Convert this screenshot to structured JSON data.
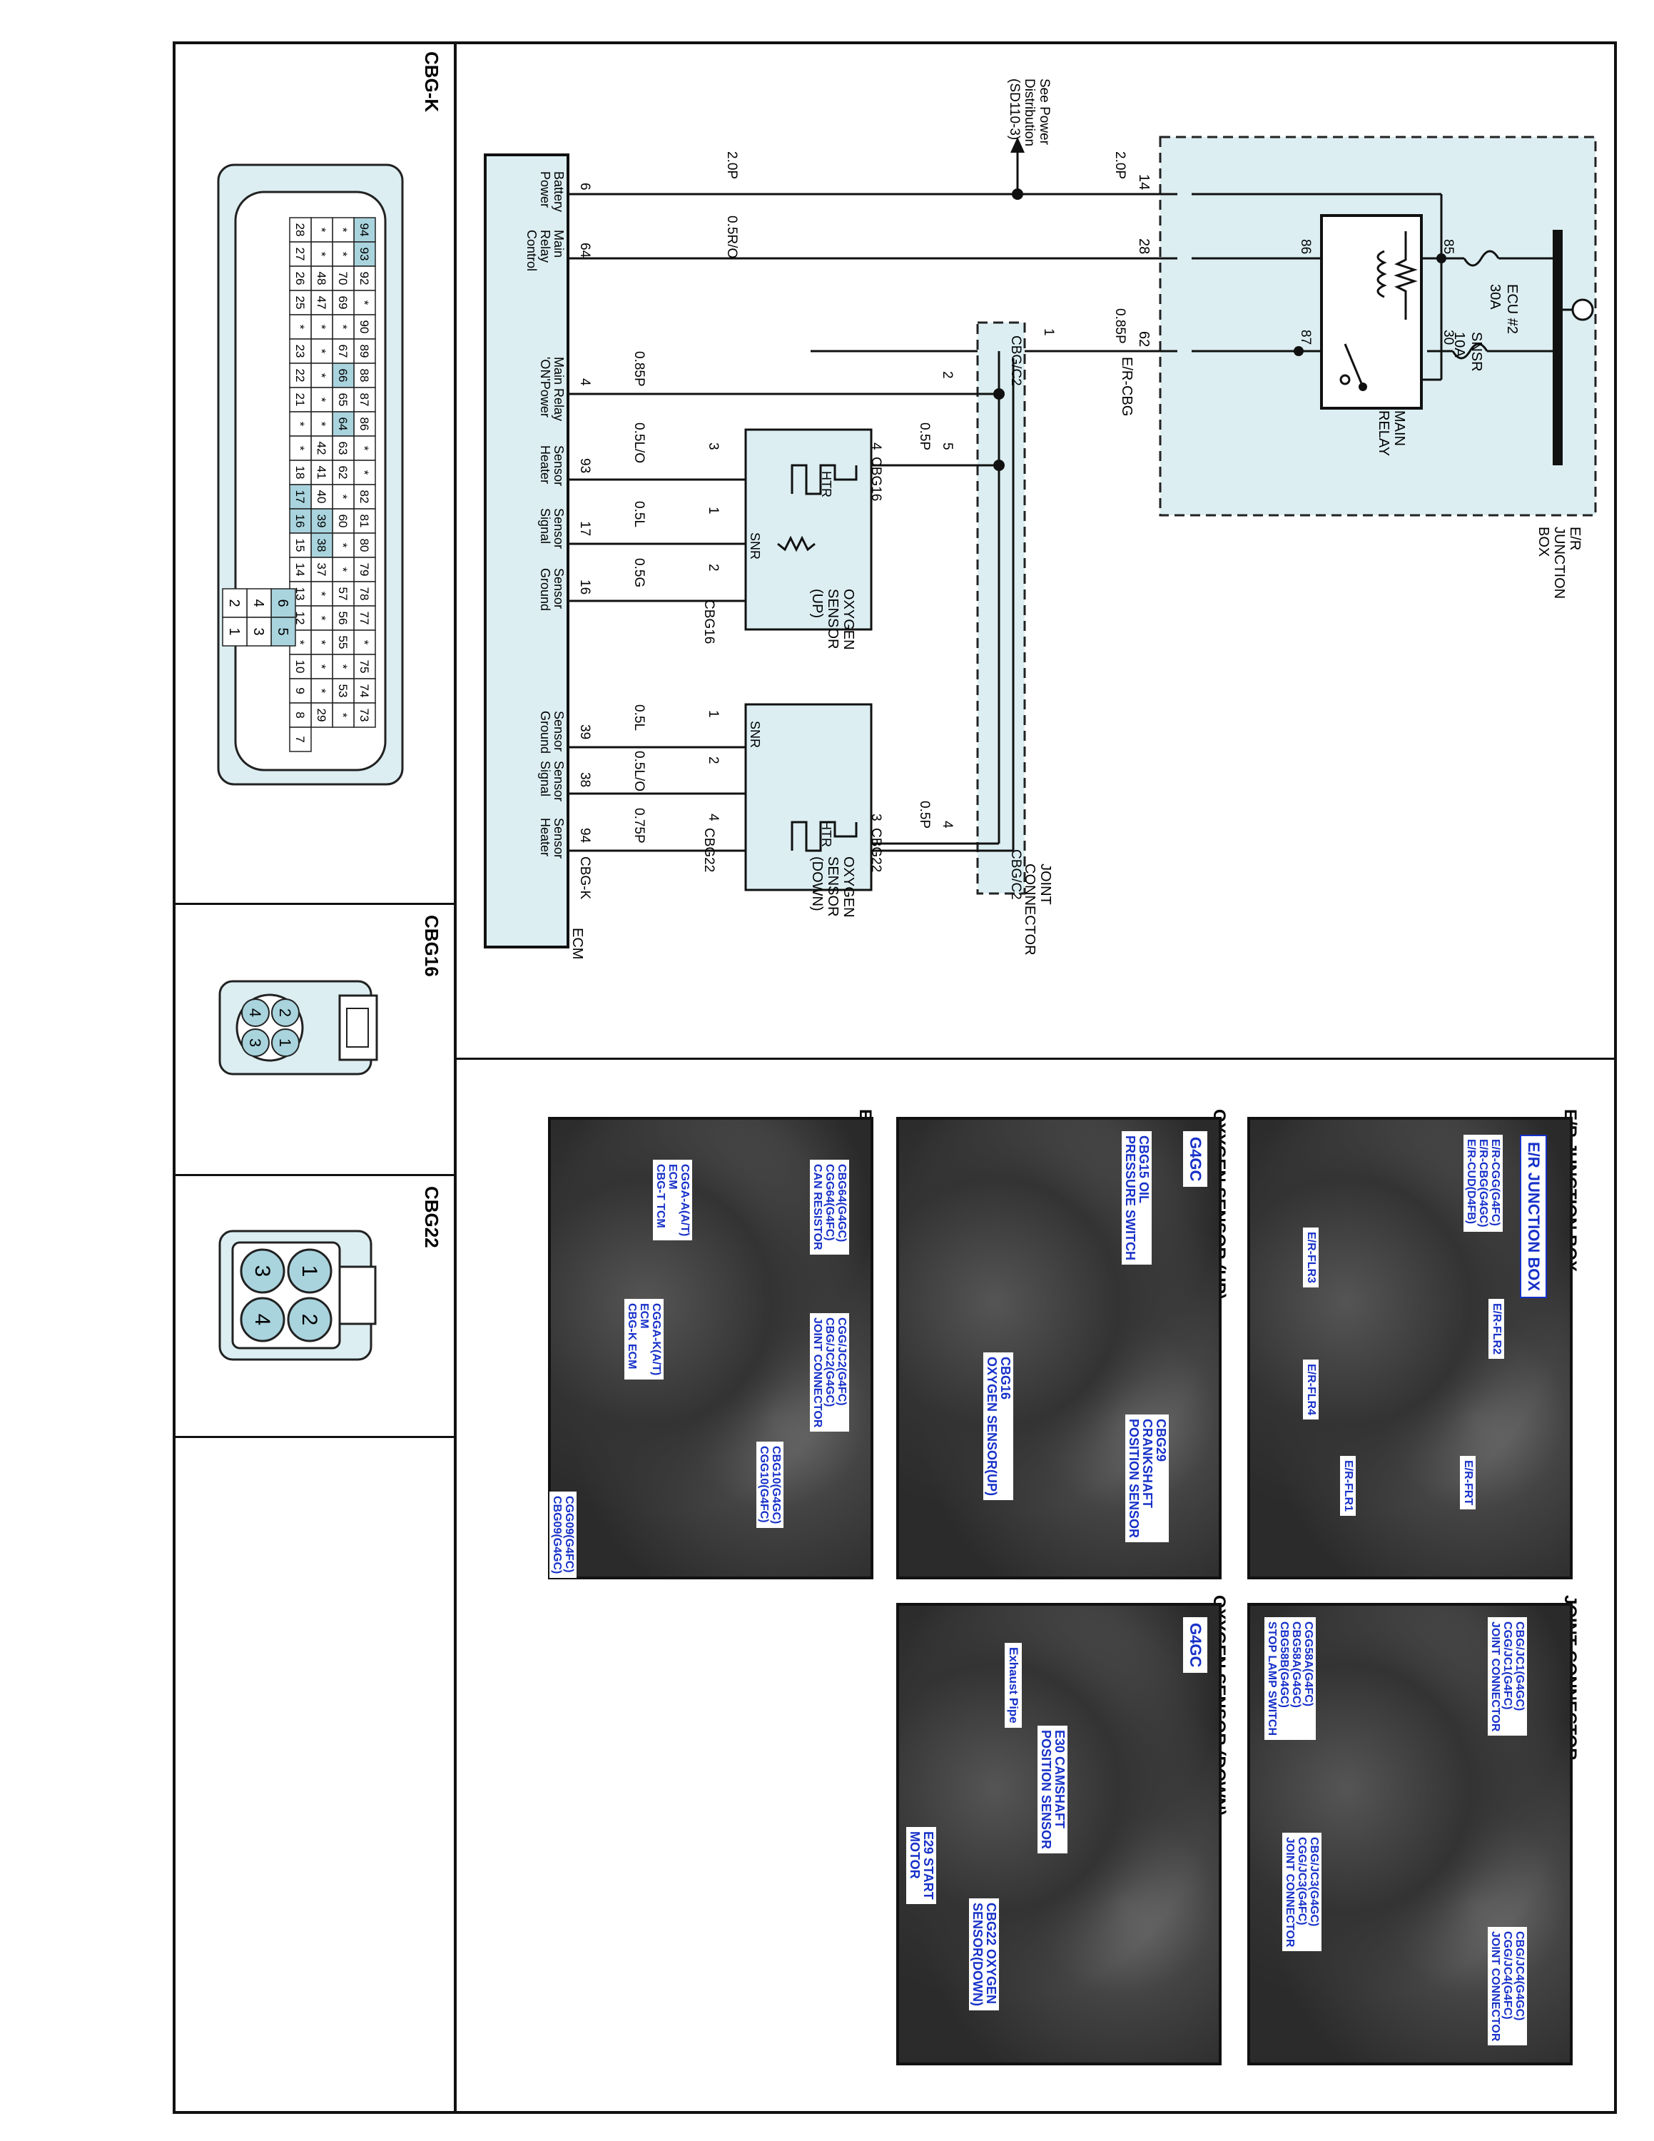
{
  "connector_panels": {
    "cbg_k": {
      "title": "CBG-K"
    },
    "cbg16": {
      "title": "CBG16",
      "pins": [
        "2",
        "1",
        "4",
        "3"
      ]
    },
    "cbg22": {
      "title": "CBG22",
      "pins": [
        "1",
        "2",
        "3",
        "4"
      ]
    }
  },
  "cbgk_grid": {
    "rows": [
      [
        "94",
        "93",
        "92",
        "*",
        "90",
        "89",
        "88",
        "87",
        "86",
        "*",
        "*",
        "82",
        "81",
        "80",
        "79",
        "78",
        "77",
        "*",
        "75",
        "74",
        "73"
      ],
      [
        "*",
        "*",
        "70",
        "69",
        "*",
        "67",
        "66",
        "65",
        "64",
        "63",
        "62",
        "*",
        "60",
        "*",
        "*",
        "57",
        "56",
        "55",
        "*",
        "53",
        "*"
      ],
      [
        "*",
        "*",
        "48",
        "47",
        "*",
        "*",
        "*",
        "*",
        "*",
        "42",
        "41",
        "40",
        "39",
        "38",
        "37",
        "*",
        "*",
        "*",
        "*",
        "*",
        "29"
      ],
      [
        "28",
        "27",
        "26",
        "25",
        "*",
        "23",
        "22",
        "21",
        "*",
        "*",
        "18",
        "17",
        "16",
        "15",
        "14",
        "13",
        "12",
        "*",
        "10",
        "9",
        "8",
        "7"
      ]
    ],
    "side_pins": [
      "6",
      "5",
      "4",
      "3",
      "2",
      "1"
    ]
  },
  "schematic": {
    "junction_box": {
      "name": "E/R\nJUNCTION\nBOX"
    },
    "fuse_ecu": {
      "name": "ECU #2",
      "rating": "30A"
    },
    "fuse_snsr": {
      "name": "SNSR",
      "rating": "10A"
    },
    "main_relay": {
      "name": "MAIN\nRELAY",
      "pins": [
        "85",
        "86",
        "87",
        "30"
      ]
    },
    "jb_pins": [
      "14",
      "28",
      "62"
    ],
    "connector_er_cbg": "E/R-CBG",
    "power_dist": {
      "text": "See Power\nDistribution\n(SD110-3)"
    },
    "joint_connector": {
      "name": "JOINT\nCONNECTOR",
      "connector": "CBG/C2",
      "pins": [
        "1",
        "2",
        "5",
        "4"
      ]
    },
    "wires": {
      "w14": "2.0P",
      "w14b": "2.0P",
      "w28": "0.5R/O",
      "w62": "0.85P",
      "w_jc2": "0.85P",
      "w_jc5": "0.5P",
      "w_jc4": "0.5P",
      "up_htr": "0.5L/O",
      "up_sig": "0.5L",
      "up_gnd": "0.5G",
      "dn_gnd": "0.5L",
      "dn_sig": "0.5L/O",
      "dn_htr": "0.75P"
    },
    "o2_up": {
      "name": "OXYGEN\nSENSOR\n(UP)",
      "connector": "CBG16",
      "htr": "HTR",
      "snr": "SNR",
      "pins": [
        "4",
        "3",
        "1",
        "2"
      ]
    },
    "o2_down": {
      "name": "OXYGEN\nSENSOR\n(DOWN)",
      "connector": "CBG22",
      "htr": "HTR",
      "snr": "SNR",
      "pins": [
        "3",
        "4",
        "2",
        "1"
      ]
    },
    "ecm": {
      "name": "ECM",
      "connector": "CBG-K",
      "pins": [
        "6",
        "64",
        "4",
        "93",
        "17",
        "16",
        "39",
        "38",
        "94"
      ],
      "labels": [
        "Battery\nPower",
        "Main\nRelay\nControl",
        "Main Relay\n'ON'Power",
        "Sensor\nHeater",
        "Sensor\nSignal",
        "Sensor\nGround",
        "Sensor\nGround",
        "Sensor\nSignal",
        "Sensor\nHeater"
      ]
    }
  },
  "photos": {
    "er_jb": {
      "title": "E/R JUNCTION BOX",
      "box_title": "E/R JUNCTION BOX",
      "c1": "E/R-CGG(G4FC)\nE/R-CBG(G4GC)\nE/R-CUD(D4FB)",
      "c2": "E/R-FLR2",
      "c3": "E/R-FLR3",
      "c4": "E/R-FLR4",
      "c5": "E/R-FLR1",
      "c6": "E/R-FRT"
    },
    "o2_up": {
      "title": "OXYGEN SENSOR (UP)",
      "tag": "G4GC",
      "c1": "CBG15 OIL\nPRESSURE SWITCH",
      "c2": "CBG16\nOXYGEN SENSOR(UP)",
      "c3": "CBG29\nCRANKSHAFT\nPOSITION SENSOR"
    },
    "ecm": {
      "title": "ECM",
      "c1": "CBG64(G4GC)\nCGG64(G4FC)\nCAN RESISTOR",
      "c2": "CGGA-A(A/T)\nECM\nCBG-T TCM",
      "c3": "CGG/JC2(G4FC)\nCBG/JC2(G4GC)\nJOINT CONNECTOR",
      "c4": "CGGA-K(A/T)\nECM\nCBG-K ECM",
      "c5": "CBG10(G4GC)\nCGG10(G4FC)",
      "c6": "CGG09(G4FC)\nCBG09(G4GC)"
    },
    "joint": {
      "title": "JOINT CONNECTOR",
      "c1": "CBG/JC1(G4GC)\nCGG/JC1(G4FC)\nJOINT CONNECTOR",
      "c2": "CGG58A(G4FC)\nCBG58A(G4GC)\nCBG58B(G4GC)\nSTOP LAMP SWITCH",
      "c3": "CBG/JC3(G4GC)\nCGG/JC3(G4FC)\nJOINT CONNECTOR",
      "c4": "CBG/JC4(G4GC)\nCGG/JC4(G4FC)\nJOINT CONNECTOR"
    },
    "o2_down": {
      "title": "OXYGEN SENSOR (DOWN)",
      "tag": "G4GC",
      "c1": "Exhaust Pipe",
      "c2": "E30 CAMSHAFT\nPOSITION SENSOR",
      "c3": "E29 START\nMOTOR",
      "c4": "CBG22 OXYGEN\nSENSOR(DOWN)"
    }
  }
}
